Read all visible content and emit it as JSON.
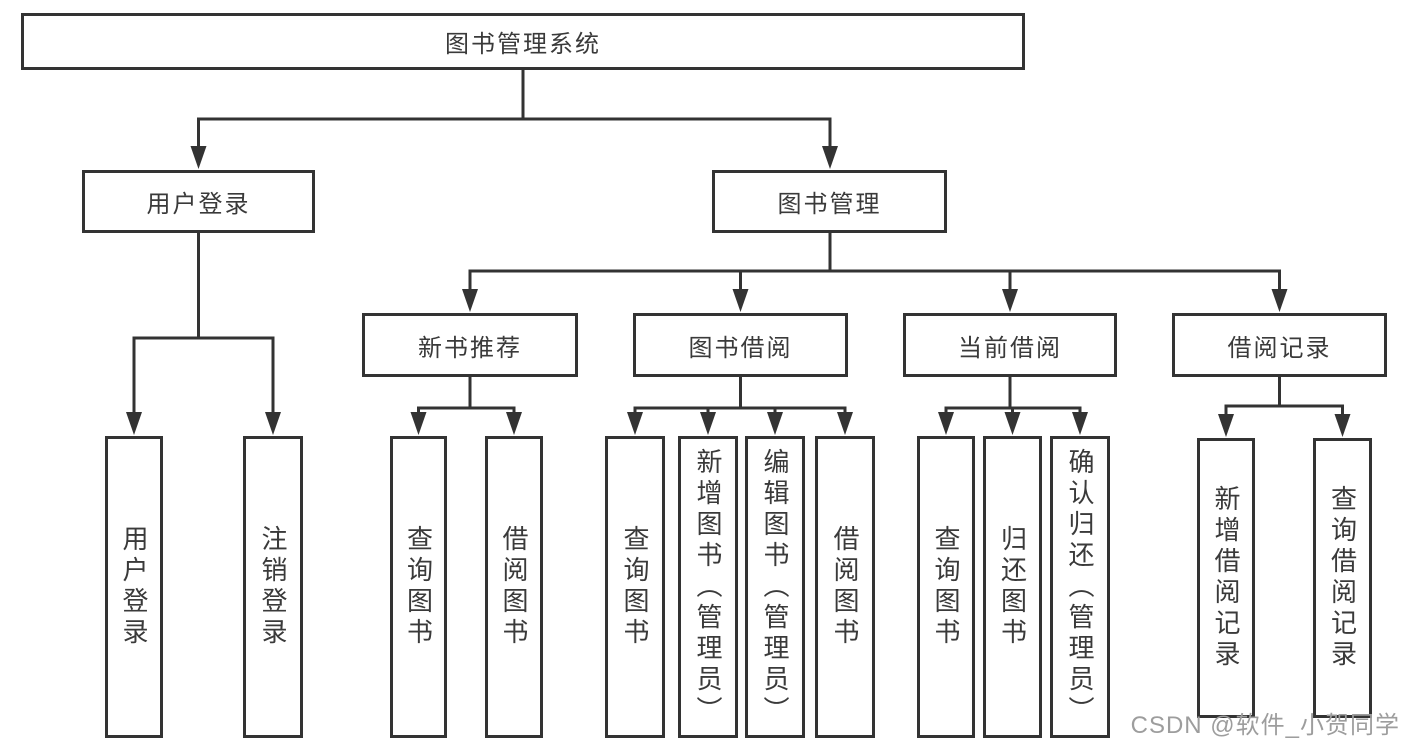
{
  "diagram": {
    "title_node": {
      "label": "图书管理系统"
    },
    "level1": [
      {
        "label": "用户登录"
      },
      {
        "label": "图书管理"
      }
    ],
    "level2": [
      {
        "label": "新书推荐"
      },
      {
        "label": "图书借阅"
      },
      {
        "label": "当前借阅"
      },
      {
        "label": "借阅记录"
      }
    ],
    "leaves": {
      "user_login": [
        "用户登录",
        "注销登录"
      ],
      "new_book": [
        "查询图书",
        "借阅图书"
      ],
      "book_borrow": [
        "查询图书",
        "新增图书（管理员）",
        "编辑图书（管理员）",
        "借阅图书"
      ],
      "current_borrow": [
        "查询图书",
        "归还图书",
        "确认归还（管理员）"
      ],
      "borrow_record": [
        "新增借阅记录",
        "查询借阅记录"
      ]
    }
  },
  "watermark": {
    "text": "CSDN @软件_小贺同学"
  },
  "colors": {
    "line": "#333333",
    "text": "#3a3a3a",
    "background": "#ffffff",
    "watermark": "#9d9d9d"
  }
}
